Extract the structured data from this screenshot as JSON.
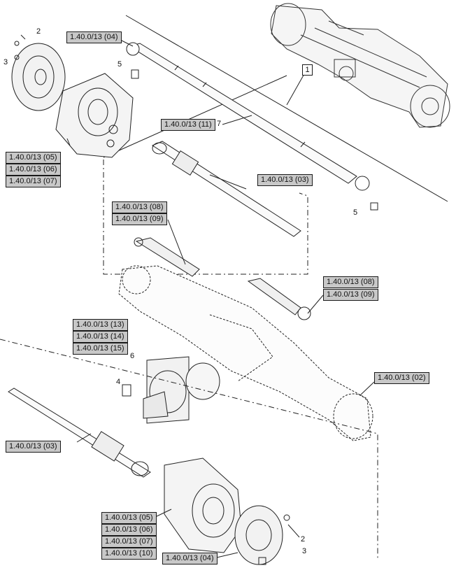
{
  "refs": {
    "r_top_04": "1.40.0/13 (04)",
    "r_left_05": "1.40.0/13 (05)",
    "r_left_06": "1.40.0/13 (06)",
    "r_left_07": "1.40.0/13 (07)",
    "r_11": "1.40.0/13 (11)",
    "r_upper_03": "1.40.0/13 (03)",
    "r_mid_08": "1.40.0/13 (08)",
    "r_mid_09": "1.40.0/13 (09)",
    "r_right_08": "1.40.0/13 (08)",
    "r_right_09": "1.40.0/13 (09)",
    "r_13": "1.40.0/13 (13)",
    "r_14": "1.40.0/13 (14)",
    "r_15": "1.40.0/13 (15)",
    "r_right_02": "1.40.0/13 (02)",
    "r_lower_03": "1.40.0/13 (03)",
    "r_bot_05": "1.40.0/13 (05)",
    "r_bot_06": "1.40.0/13 (06)",
    "r_bot_07": "1.40.0/13 (07)",
    "r_bot_10": "1.40.0/13 (10)",
    "r_bot_04": "1.40.0/13 (04)"
  },
  "callouts": {
    "n2_top": "2",
    "n3_top": "3",
    "n5_top": "5",
    "n7": "7",
    "n1": "1",
    "n5_mid": "5",
    "n6": "6",
    "n4": "4",
    "n2_bot": "2",
    "n3_bot": "3"
  }
}
